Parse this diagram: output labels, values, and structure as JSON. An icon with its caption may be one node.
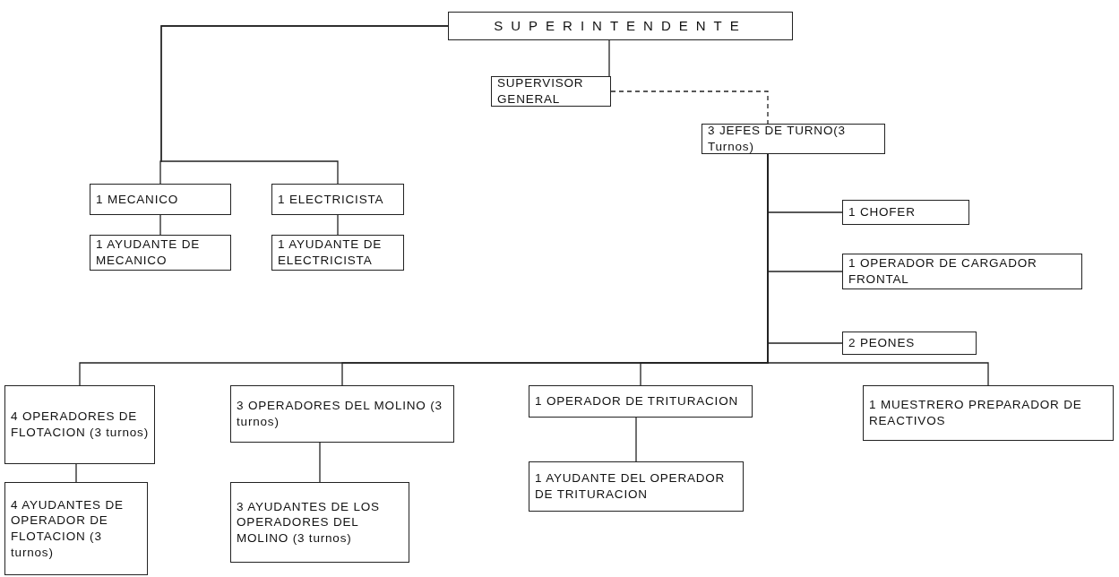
{
  "diagram": {
    "nodes": [
      {
        "text": [
          "SUPERINTENDENTE"
        ]
      },
      {
        "text": [
          "SUPERVISOR GENERAL"
        ]
      },
      {
        "text": [
          "1 MECANICO"
        ]
      },
      {
        "text": [
          "1 AYUDANTE DE MECANICO"
        ]
      },
      {
        "text": [
          "1 ELECTRICISTA"
        ]
      },
      {
        "text": [
          "1 AYUDANTE DE ELECTRICISTA"
        ]
      },
      {
        "text": [
          "3 JEFES DE TURNO(3 Turnos)"
        ]
      },
      {
        "text": [
          "1 CHOFER"
        ]
      },
      {
        "text": [
          "1 OPERADOR DE CARGADOR FRONTAL"
        ]
      },
      {
        "text": [
          "2 PEONES"
        ]
      },
      {
        "text": [
          "4 OPERADORES DE FLOTACION (3 turnos)"
        ]
      },
      {
        "text": [
          "3 OPERADORES DEL MOLINO (3 turnos)"
        ]
      },
      {
        "text": [
          "1 OPERADOR DE TRITURACION"
        ]
      },
      {
        "text": [
          "1 MUESTRERO PREPARADOR DE REACTIVOS"
        ]
      },
      {
        "text": [
          "4 AYUDANTES DE OPERADOR DE FLOTACION (3 turnos)"
        ]
      },
      {
        "text": [
          "3 AYUDANTES DE LOS OPERADORES DEL MOLINO (3 turnos)"
        ]
      },
      {
        "text": [
          "1 AYUDANTE DEL OPERADOR DE TRITURACION"
        ]
      }
    ],
    "edges": [
      {
        "from": 0,
        "to": 1,
        "arrow": "none"
      },
      {
        "from": 0,
        "to": 2,
        "arrow": "none"
      },
      {
        "from": 0,
        "to": 4,
        "arrow": "none"
      },
      {
        "from": 2,
        "to": 3,
        "arrow": "none"
      },
      {
        "from": 4,
        "to": 5,
        "arrow": "none"
      },
      {
        "from": 1,
        "to": 6,
        "arrow": "none",
        "style": "dashed"
      },
      {
        "from": 6,
        "to": 7,
        "arrow": "none"
      },
      {
        "from": 6,
        "to": 8,
        "arrow": "none"
      },
      {
        "from": 6,
        "to": 9,
        "arrow": "none"
      },
      {
        "from": 6,
        "to": 10,
        "arrow": "none"
      },
      {
        "from": 6,
        "to": 11,
        "arrow": "none"
      },
      {
        "from": 6,
        "to": 12,
        "arrow": "none"
      },
      {
        "from": 6,
        "to": 13,
        "arrow": "none"
      },
      {
        "from": 10,
        "to": 14,
        "arrow": "none"
      },
      {
        "from": 11,
        "to": 15,
        "arrow": "none"
      },
      {
        "from": 12,
        "to": 16,
        "arrow": "none"
      }
    ]
  }
}
